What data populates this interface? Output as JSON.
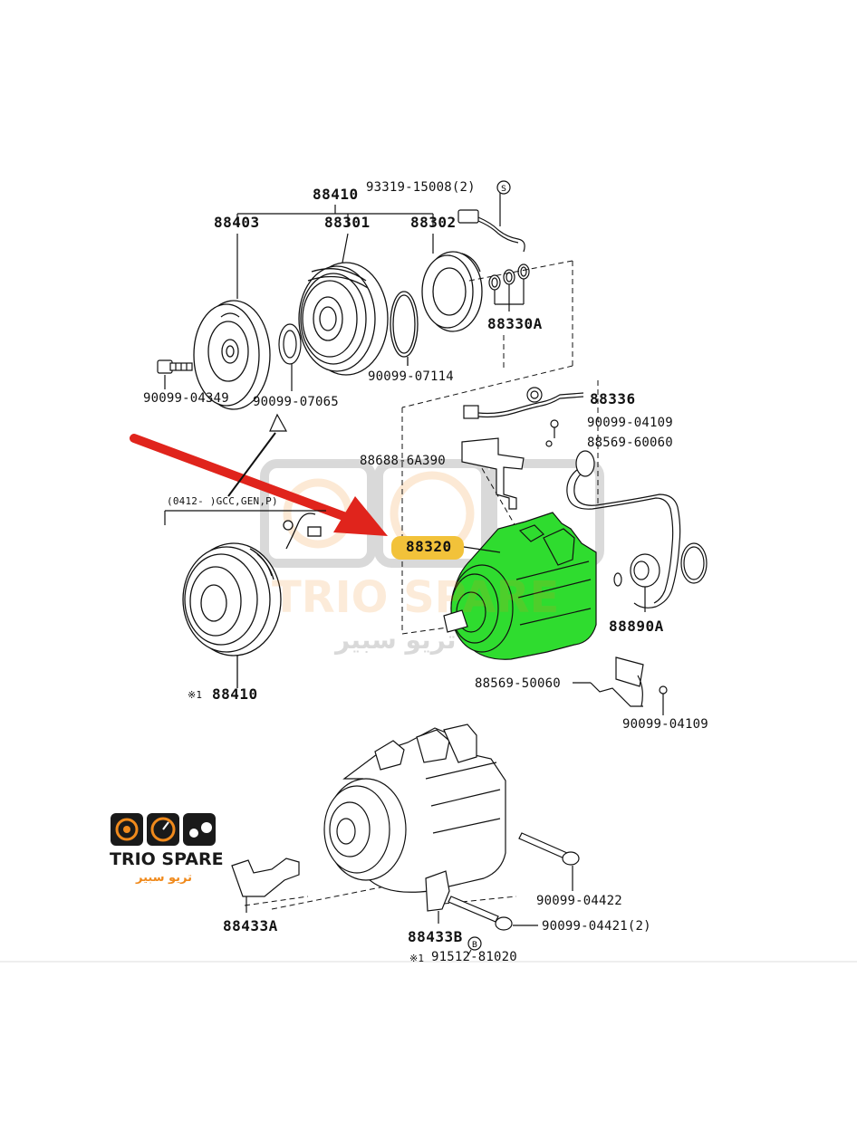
{
  "part_labels": {
    "p88410_top": "88410",
    "p93319": "93319-15008(2)",
    "p88403": "88403",
    "p88301": "88301",
    "p88302": "88302",
    "p88330A": "88330A",
    "p90099_07114": "90099-07114",
    "p90099_04349": "90099-04349",
    "p90099_07065": "90099-07065",
    "p88336": "88336",
    "p90099_04109_a": "90099-04109",
    "p88569_60060": "88569-60060",
    "p88688": "88688-6A390",
    "p88320": "88320",
    "p88890A": "88890A",
    "p88569_50060": "88569-50060",
    "p90099_04109_b": "90099-04109",
    "p88410_bottom": "88410",
    "note_mark": "※1",
    "variant_note": "(0412-      )GCC,GEN,P)",
    "p90099_04422": "90099-04422",
    "p88433A": "88433A",
    "p90099_04421": "90099-04421(2)",
    "p88433B": "88433B",
    "p91512": "91512-81020",
    "note_mark_2": "※1"
  },
  "watermark": {
    "brand": "TRIO SPARE",
    "arabic": "تريو سبير"
  },
  "logo": {
    "brand": "TRIO SPARE",
    "arabic": "تريو سبير"
  },
  "colors": {
    "highlight_part": "#2fdc2f",
    "label_highlight": "#f2c23a",
    "arrow": "#e0241c",
    "brand_orange": "#f08a1c",
    "line": "#111111"
  }
}
